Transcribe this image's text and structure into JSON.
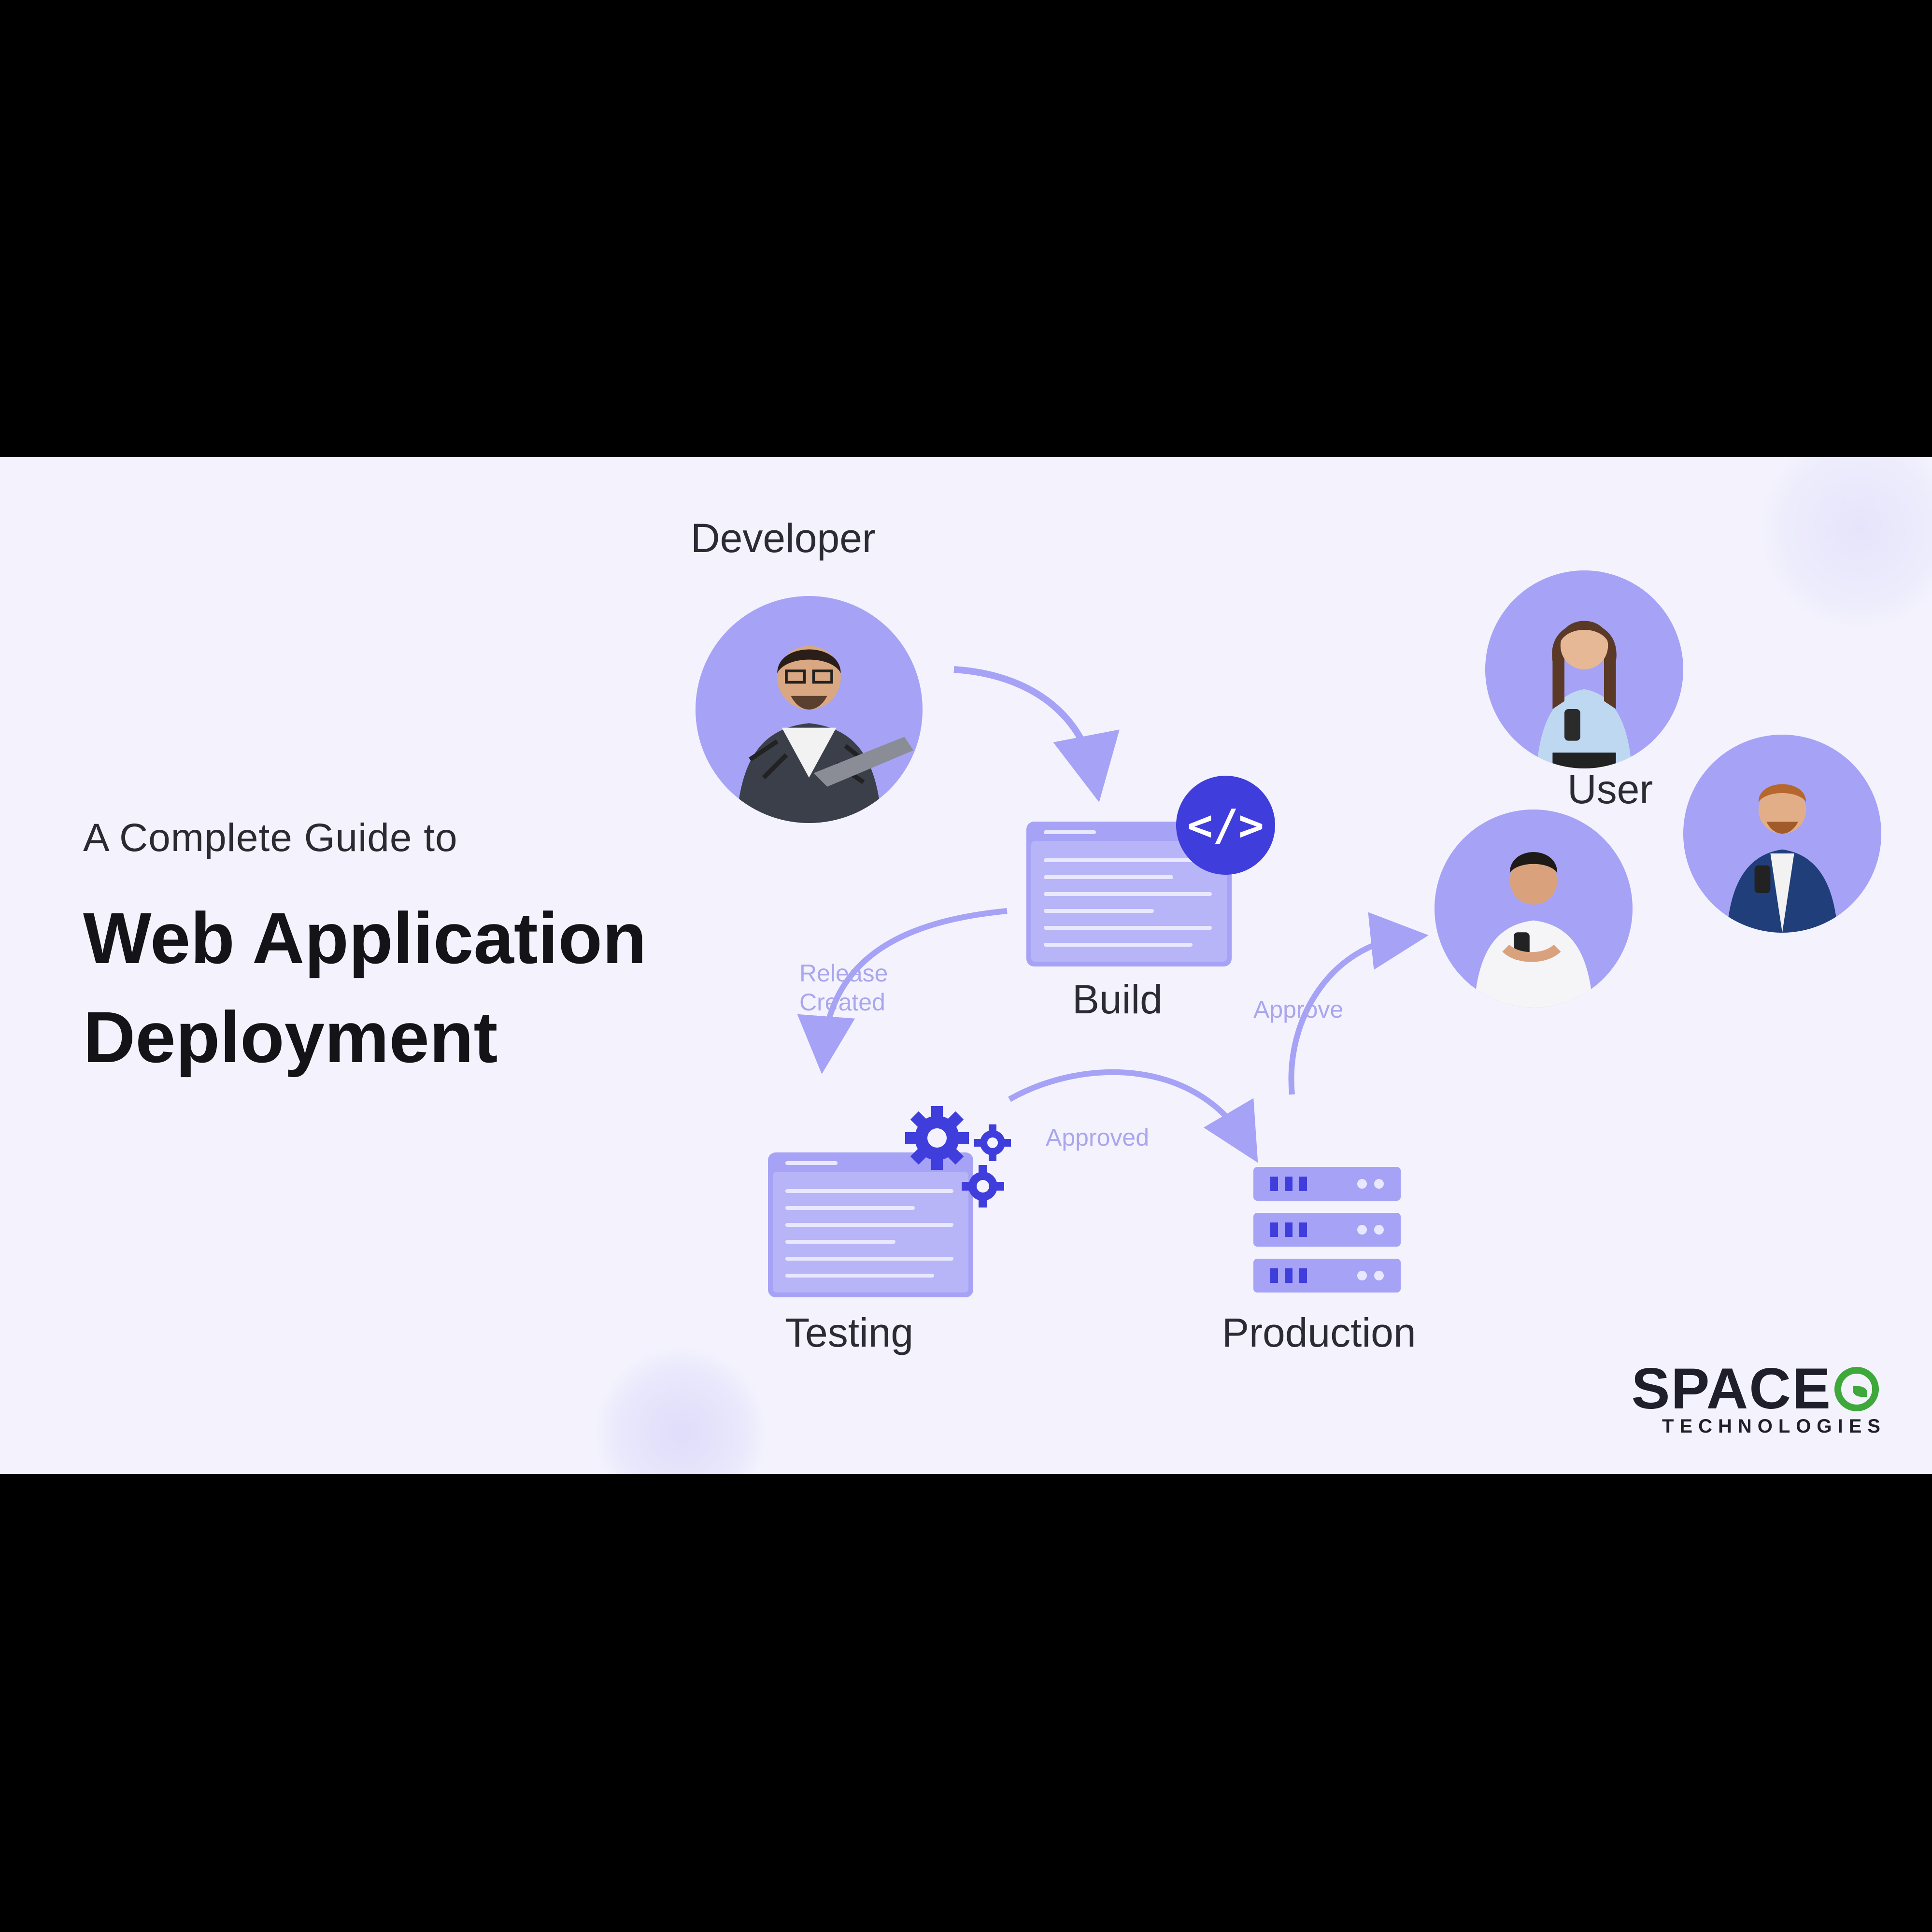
{
  "subtitle": "A Complete Guide to",
  "title_line1": "Web Application",
  "title_line2": "Deployment",
  "nodes": {
    "developer": "Developer",
    "build": "Build",
    "testing": "Testing",
    "production": "Production",
    "user": "User"
  },
  "arrow_labels": {
    "release_line1": "Release",
    "release_line2": "Created",
    "approved": "Approved",
    "approve": "Approve"
  },
  "build_badge_symbol": "</>",
  "logo": {
    "name": "SPACE",
    "tagline": "TECHNOLOGIES"
  },
  "colors": {
    "background": "#F4F3FD",
    "accent": "#A6A3F6",
    "accent_dark": "#3F3DDC",
    "text": "#1E1E24"
  }
}
